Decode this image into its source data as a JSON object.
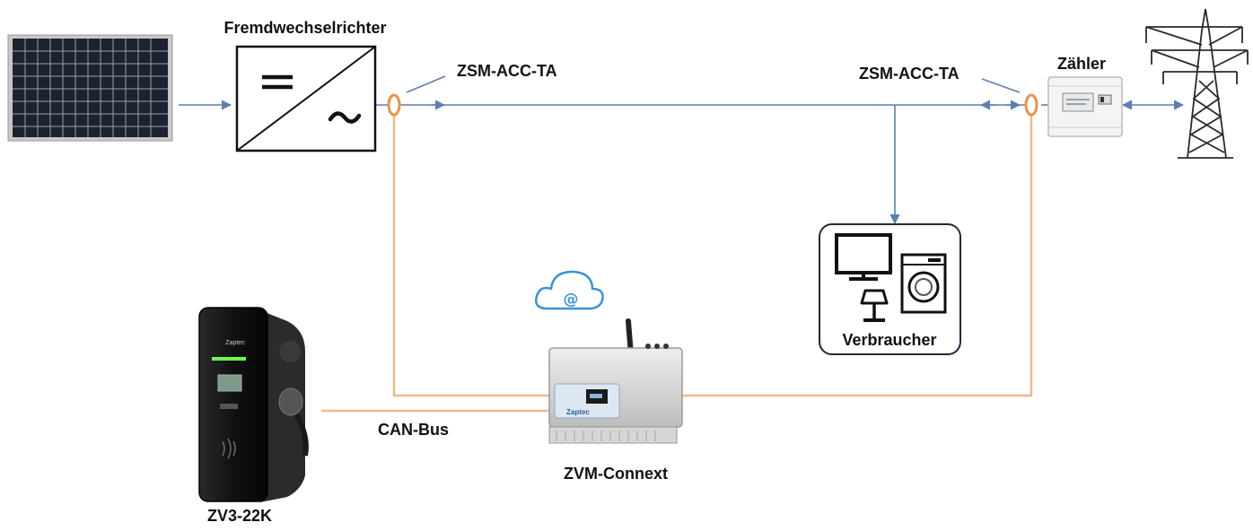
{
  "labels": {
    "inverter": "Fremdwechselrichter",
    "sensor_left": "ZSM-ACC-TA",
    "sensor_right": "ZSM-ACC-TA",
    "meter": "Zähler",
    "consumers": "Verbraucher",
    "can_bus": "CAN-Bus",
    "controller": "ZVM-Connext",
    "wallbox": "ZV3-22K"
  },
  "device_text": {
    "controller_brand": "Zaptec",
    "wallbox_brand": "Zaptec"
  },
  "colors": {
    "ac_line": "#5b7fb5",
    "sensor_wire": "#f0b98a",
    "sensor_ring": "#e8934a",
    "frame": "#111111"
  },
  "icons": [
    "solar-panel-icon",
    "inverter-icon",
    "current-sensor-icon",
    "meter-icon",
    "pylon-icon",
    "monitor-icon",
    "lamp-icon",
    "washing-machine-icon",
    "cloud-at-icon",
    "controller-icon",
    "antenna-icon",
    "wallbox-icon"
  ]
}
